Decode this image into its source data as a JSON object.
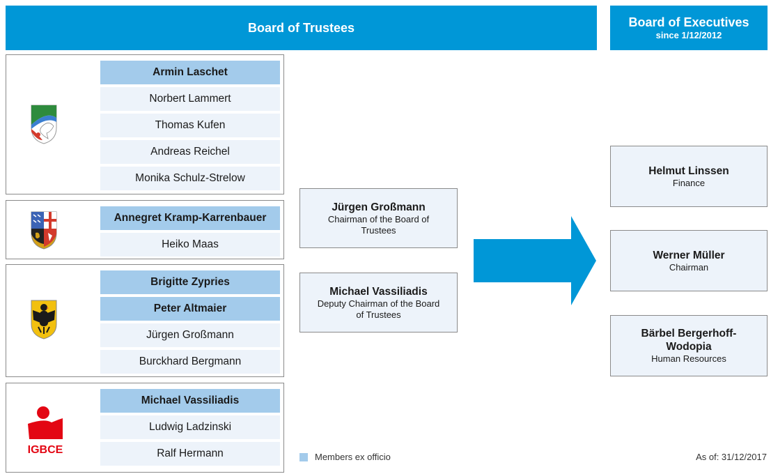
{
  "header": {
    "trustees_title": "Board of Trustees",
    "executives_title": "Board of Executives",
    "executives_subtitle": "since 1/12/2012"
  },
  "trustee_groups": [
    {
      "logo": "nrw-coat-of-arms-icon",
      "members": [
        {
          "name": "Armin Laschet",
          "ex_officio": true
        },
        {
          "name": "Norbert Lammert",
          "ex_officio": false
        },
        {
          "name": "Thomas Kufen",
          "ex_officio": false
        },
        {
          "name": "Andreas Reichel",
          "ex_officio": false
        },
        {
          "name": "Monika Schulz-Strelow",
          "ex_officio": false
        }
      ]
    },
    {
      "logo": "saarland-coat-of-arms-icon",
      "members": [
        {
          "name": "Annegret Kramp-Karrenbauer",
          "ex_officio": true
        },
        {
          "name": "Heiko Maas",
          "ex_officio": false
        }
      ]
    },
    {
      "logo": "german-federal-eagle-icon",
      "members": [
        {
          "name": "Brigitte Zypries",
          "ex_officio": true
        },
        {
          "name": "Peter Altmaier",
          "ex_officio": true
        },
        {
          "name": "Jürgen Großmann",
          "ex_officio": false
        },
        {
          "name": "Burckhard Bergmann",
          "ex_officio": false
        }
      ]
    },
    {
      "logo": "igbce-union-logo-icon",
      "logo_text": "IGBCE",
      "members": [
        {
          "name": "Michael Vassiliadis",
          "ex_officio": true
        },
        {
          "name": "Ludwig Ladzinski",
          "ex_officio": false
        },
        {
          "name": "Ralf Hermann",
          "ex_officio": false
        }
      ]
    }
  ],
  "chairs": [
    {
      "name": "Jürgen Großmann",
      "role": "Chairman of the Board of Trustees"
    },
    {
      "name": "Michael Vassiliadis",
      "role": "Deputy Chairman of the Board of Trustees"
    }
  ],
  "executives": [
    {
      "name": "Helmut Linssen",
      "role": "Finance"
    },
    {
      "name": "Werner Müller",
      "role": "Chairman"
    },
    {
      "name": "Bärbel Bergerhoff-Wodopia",
      "role": "Human Resources"
    }
  ],
  "legend": {
    "ex_officio_label": "Members ex officio",
    "ex_officio_color": "#a3cbeb"
  },
  "as_of": "As of: 31/12/2017",
  "colors": {
    "accent": "#0097d7",
    "cell": "#edf3fa",
    "highlight": "#a3cbeb"
  }
}
